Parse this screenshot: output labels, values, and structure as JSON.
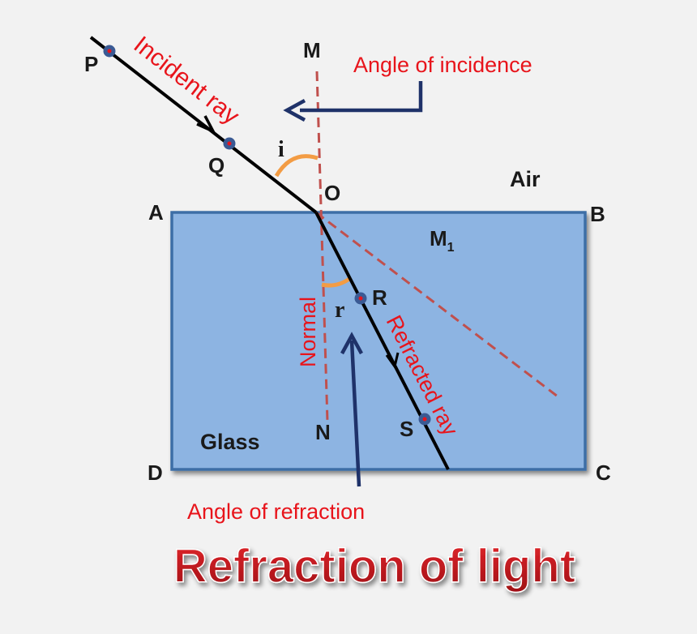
{
  "title": "Refraction of light",
  "points": {
    "P": "P",
    "Q": "Q",
    "M": "M",
    "O": "O",
    "A": "A",
    "B": "B",
    "C": "C",
    "D": "D",
    "N": "N",
    "R": "R",
    "S": "S",
    "M1_main": "M",
    "M1_sub": "1"
  },
  "media": {
    "air": "Air",
    "glass": "Glass"
  },
  "rays": {
    "incident": "Incident ray",
    "refracted": "Refracted ray",
    "normal": "Normal"
  },
  "angles": {
    "i_symbol": "i",
    "r_symbol": "r",
    "incidence_label": "Angle of incidence",
    "refraction_label": "Angle of refraction"
  },
  "colors": {
    "glass_fill": "#8db4e2",
    "glass_border": "#3e6ea6",
    "ray": "#000000",
    "normal_dash": "#c0504d",
    "label_red": "#e8141b",
    "arrow_navy": "#1f3269",
    "angle_arc": "#f39c44",
    "point_dot": "#3a5a94",
    "title_red": "#c0181d"
  }
}
